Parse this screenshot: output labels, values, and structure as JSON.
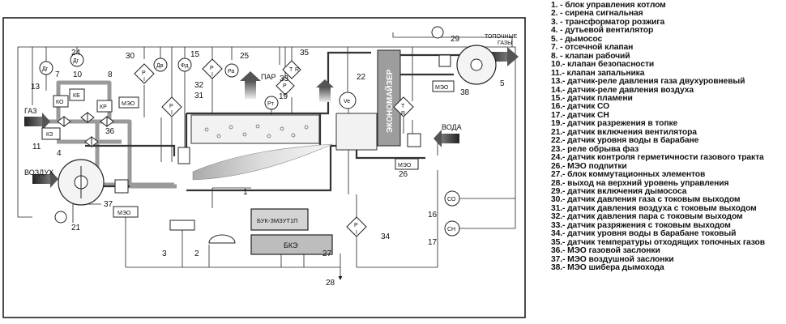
{
  "labels": {
    "gas": "ГАЗ",
    "air": "ВОЗДУХ",
    "steam": "ПАР",
    "water": "ВОДА",
    "flue_gases_1": "ТОПОЧНЫЕ",
    "flue_gases_2": "ГАЗЫ",
    "economizer": "ЭКОНОМАЙЗЕР",
    "controller": "БУК-ЗМЗУТ1П",
    "bke": "БКЭ",
    "meo": "МЭО",
    "ko": "КО",
    "kb": "КБ",
    "kr": "КР",
    "kz": "КЗ",
    "dg": "Дг",
    "dv": "Дв",
    "fd": "Фд",
    "pa": "Ра",
    "pt": "Рт",
    "ve": "Ve",
    "co": "СО",
    "ch": "СН",
    "p": "Р",
    "i": "I",
    "r": "R",
    "t": "T"
  },
  "numbers": {
    "n1": "1",
    "n2": "2",
    "n3": "3",
    "n4": "4",
    "n5": "5",
    "n7": "7",
    "n8": "8",
    "n10": "10",
    "n11": "11",
    "n13": "13",
    "n15": "15",
    "n16": "16",
    "n17": "17",
    "n19": "19",
    "n21": "21",
    "n22": "22",
    "n24": "24",
    "n25": "25",
    "n26": "26",
    "n27": "27",
    "n28": "28",
    "n29": "29",
    "n30": "30",
    "n31": "31",
    "n32": "32",
    "n33": "33",
    "n34": "34",
    "n35": "35",
    "n36": "36",
    "n37": "37",
    "n38": "38"
  },
  "legend": [
    "1. - блок управления котлом",
    "2. - сирена сигнальная",
    "3. - трансформатор розжига",
    "4. - дутьевой вентилятор",
    "5. - дымосос",
    "7. - отсечной клапан",
    "8. - клапан рабочий",
    "10.- клапан безопасности",
    "11.- клапан запальника",
    "13.- датчик-реле давления газа двухуровневый",
    "14.- датчик-реле давления воздуха",
    "15.- датчик пламени",
    "16.- датчик СО",
    "17.- датчик СН",
    "19.- датчик разрежения в топке",
    "21.- датчик включения вентилятора",
    "22.- датчик уровня воды в барабане",
    "23.- реле обрыва фаз",
    "24.- датчик контроля герметичности газового тракта",
    "26.- МЭО подпитки",
    "27.- блок коммутационных элементов",
    "28.- выход на верхний уровень управления",
    "29.- датчик включения дымососа",
    "30.- датчик давления газа с токовым выходом",
    "31.- датчик давления воздуха с токовым выходом",
    "32.- датчик давления пара с токовым выходом",
    "33.- датчик разряжения с токовым выходом",
    "34.- датчик уровня воды в барабане токовый",
    "35.- датчик температуры отходящих топочных газов",
    "36.- МЭО газовой заслонки",
    "37.- МЭО воздушной заслонки",
    "38.- МЭО  шибера дымохода"
  ]
}
